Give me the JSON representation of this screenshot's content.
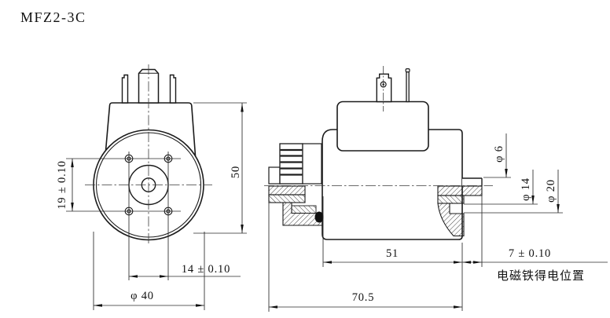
{
  "title": "MFZ2-3C",
  "front_view": {
    "dimensions": {
      "hole_pitch_vertical": "19 ± 0.10",
      "height": "50",
      "hole_pitch_horizontal": "14 ± 0.10",
      "outer_diameter": "φ 40"
    }
  },
  "side_view": {
    "dimensions": {
      "plunger_diameter": "φ 6",
      "tube_diameter": "φ 14",
      "spigot_diameter": "φ 20",
      "coil_length": "51",
      "stroke_length": "7 ± 0.10",
      "overall_length": "70.5"
    },
    "note": "电磁铁得电位置"
  }
}
